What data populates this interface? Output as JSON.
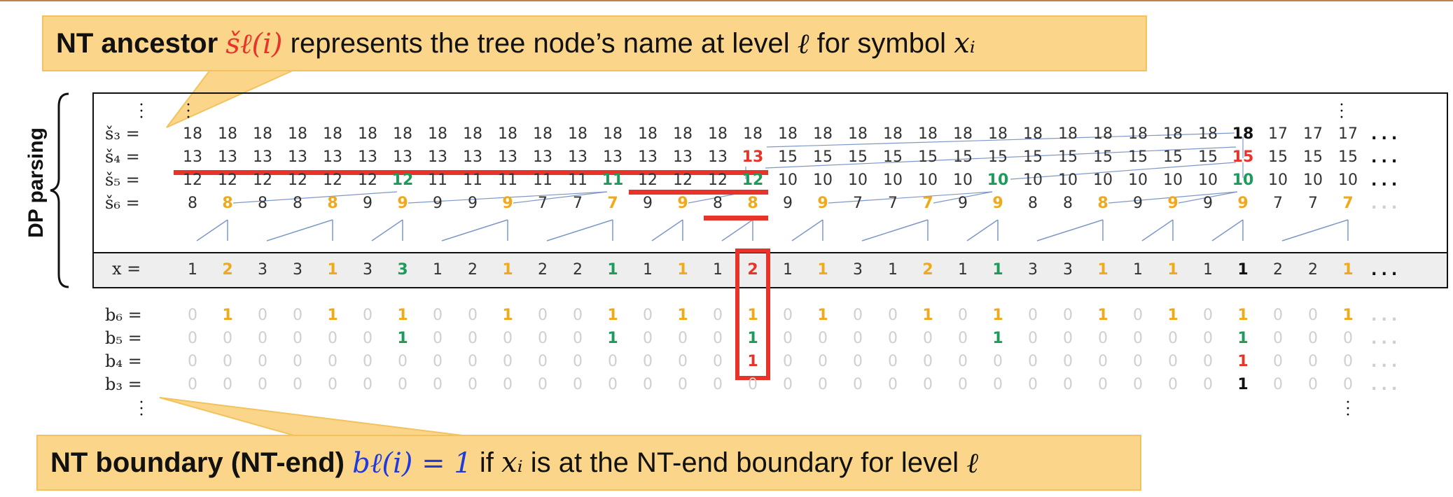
{
  "side_label": "DP parsing",
  "top_callout": {
    "bold": "NT ancestor",
    "math": "šℓ(i)",
    "mid": "represents the tree node’s name at level",
    "ell": "ℓ",
    "mid2": "for symbol",
    "xi": "xᵢ"
  },
  "bottom_callout": {
    "bold": "NT boundary (NT-end)",
    "math": "bℓ(i) = 1",
    "mid": "if",
    "xi": "xᵢ",
    "mid2": "is at the NT-end boundary for level",
    "ell": "ℓ"
  },
  "rows": {
    "s3": {
      "label": "š₃ =",
      "values": [
        "18",
        "18",
        "18",
        "18",
        "18",
        "18",
        "18",
        "18",
        "18",
        "18",
        "18",
        "18",
        "18",
        "18",
        "18",
        "18",
        "18",
        "18",
        "18",
        "18",
        "18",
        "18",
        "18",
        "18",
        "18",
        "18",
        "18",
        "18",
        "18",
        "18",
        "18",
        "17",
        "17",
        "17"
      ]
    },
    "s4": {
      "label": "š₄ =",
      "values": [
        "13",
        "13",
        "13",
        "13",
        "13",
        "13",
        "13",
        "13",
        "13",
        "13",
        "13",
        "13",
        "13",
        "13",
        "13",
        "13",
        "13",
        "15",
        "15",
        "15",
        "15",
        "15",
        "15",
        "15",
        "15",
        "15",
        "15",
        "15",
        "15",
        "15",
        "15",
        "15",
        "15",
        "15"
      ]
    },
    "s5": {
      "label": "š₅ =",
      "values": [
        "12",
        "12",
        "12",
        "12",
        "12",
        "12",
        "12",
        "11",
        "11",
        "11",
        "11",
        "11",
        "11",
        "12",
        "12",
        "12",
        "12",
        "10",
        "10",
        "10",
        "10",
        "10",
        "10",
        "10",
        "10",
        "10",
        "10",
        "10",
        "10",
        "10",
        "10",
        "10",
        "10",
        "10"
      ]
    },
    "s6": {
      "label": "š₆ =",
      "values": [
        "8",
        "8",
        "8",
        "8",
        "8",
        "9",
        "9",
        "9",
        "9",
        "9",
        "7",
        "7",
        "7",
        "9",
        "9",
        "8",
        "8",
        "9",
        "9",
        "7",
        "7",
        "7",
        "9",
        "9",
        "8",
        "8",
        "8",
        "9",
        "9",
        "9",
        "9",
        "7",
        "7",
        "7"
      ]
    },
    "x": {
      "label": "x =",
      "values": [
        "1",
        "2",
        "3",
        "3",
        "1",
        "3",
        "3",
        "1",
        "2",
        "1",
        "2",
        "2",
        "1",
        "1",
        "1",
        "1",
        "2",
        "1",
        "1",
        "3",
        "1",
        "2",
        "1",
        "1",
        "3",
        "3",
        "1",
        "1",
        "1",
        "1",
        "1",
        "2",
        "2",
        "1"
      ]
    },
    "b6": {
      "label": "b₆ =",
      "values": [
        "0",
        "1",
        "0",
        "0",
        "1",
        "0",
        "1",
        "0",
        "0",
        "1",
        "0",
        "0",
        "1",
        "0",
        "1",
        "0",
        "1",
        "0",
        "1",
        "0",
        "0",
        "1",
        "0",
        "1",
        "0",
        "0",
        "1",
        "0",
        "1",
        "0",
        "1",
        "0",
        "0",
        "1"
      ]
    },
    "b5": {
      "label": "b₅ =",
      "values": [
        "0",
        "0",
        "0",
        "0",
        "0",
        "0",
        "1",
        "0",
        "0",
        "0",
        "0",
        "0",
        "1",
        "0",
        "0",
        "0",
        "1",
        "0",
        "0",
        "0",
        "0",
        "0",
        "0",
        "1",
        "0",
        "0",
        "0",
        "0",
        "0",
        "0",
        "1",
        "0",
        "0",
        "0"
      ]
    },
    "b4": {
      "label": "b₄ =",
      "values": [
        "0",
        "0",
        "0",
        "0",
        "0",
        "0",
        "0",
        "0",
        "0",
        "0",
        "0",
        "0",
        "0",
        "0",
        "0",
        "0",
        "1",
        "0",
        "0",
        "0",
        "0",
        "0",
        "0",
        "0",
        "0",
        "0",
        "0",
        "0",
        "0",
        "0",
        "1",
        "0",
        "0",
        "0"
      ]
    },
    "b3": {
      "label": "b₃ =",
      "values": [
        "0",
        "0",
        "0",
        "0",
        "0",
        "0",
        "0",
        "0",
        "0",
        "0",
        "0",
        "0",
        "0",
        "0",
        "0",
        "0",
        "0",
        "0",
        "0",
        "0",
        "0",
        "0",
        "0",
        "0",
        "0",
        "0",
        "0",
        "0",
        "0",
        "0",
        "1",
        "0",
        "0",
        "0"
      ]
    }
  },
  "ellipsis": "...",
  "vdots": "⋮",
  "colors": {
    "orange": "#f0a81c",
    "green": "#1e9a5a",
    "red": "#e8332a",
    "black": "#111111",
    "light": "#cfcfcf",
    "line": "#7f97c7",
    "callout": "#fbd68a"
  }
}
